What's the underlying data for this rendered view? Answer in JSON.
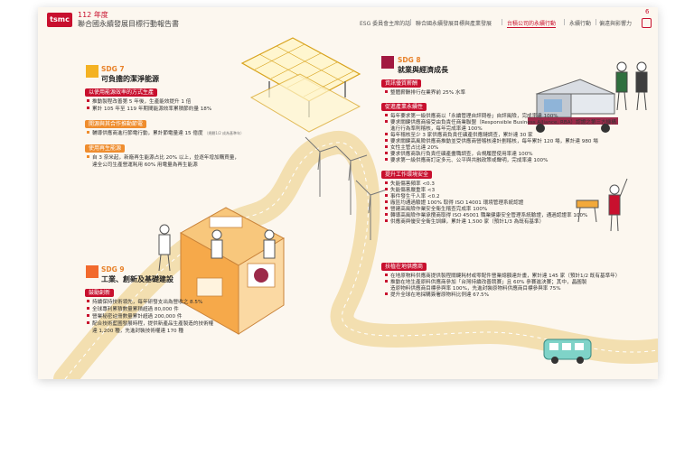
{
  "header": {
    "logo": "tsmc",
    "year": "112 年度",
    "report_title": "聯合國永續發展目標行動報告書",
    "nav": [
      "ESG 委員會主席的話",
      "聯合國永續發展目標與產業發展",
      "台積公司的永續行動",
      "永續行動",
      "偏遠與影響力"
    ],
    "page_number": "6"
  },
  "sdg7": {
    "num": "SDG 7",
    "title": "可負擔的潔淨能源",
    "color": "#f4b223",
    "sections": [
      {
        "label": "以使用能源效率的方式生產",
        "items": [
          "推動製程改善第 5 年後，生產能效提升 1 倍",
          "累計 105 年至 119 年期間能源效率累積節約量 18%"
        ]
      },
      {
        "label": "開源與其合作推動節電",
        "items": [
          "輔導供應商進行節電行動，累計節電量達 15 億度",
          "（規劃1/2 成為基準年）"
        ]
      },
      {
        "label": "使用再生能源",
        "items": [
          "自 3 奈米起，新廠再生能源占比 20% 以上，並逐年增加購買量，",
          "達全公司生產營運耗用 60% 用電量為再生能源"
        ]
      }
    ]
  },
  "sdg8": {
    "num": "SDG 8",
    "title": "就業與經濟成長",
    "color": "#a21942",
    "sections": [
      {
        "label": "資訊優質薪酬",
        "items": [
          "整體薪酬排行在業界前 25% 水準"
        ]
      },
      {
        "label": "促進產業永續性",
        "items": [
          "每年要求第一級供應商以「永續管理自評問卷」自評風險，完成率達 100%",
          "要求關鍵供應商接受由負責任商業聯盟（Responsible Business Alliance, RBA）認證之第三方機構",
          "進行行為準則稽核，每年完成率達 100%",
          "每年稽核至少 3 家供應商負責任礦產供應鏈調查，累計達 30 家",
          "要求關鍵高風險供應商推動並受供應商營稽核達計劃稽核，每年累計 120 場，累計達 980 場",
          "女性主管占比達 20%",
          "要求供應商執行負責任礦產盡職調查，合規履歷使用率達 100%",
          "要求第一級供應商訂定多元、公平與共融政策或聲明，完成率達 100%"
        ]
      },
      {
        "label": "提升工作環境安全",
        "items": [
          "失能傷害頻率 <0.3",
          "失能傷害嚴重率 <3",
          "事件發生千人率 <0.2",
          "廠區均通過驗證 100% 取得 ISO 14001 環境管理系統認證",
          "營建高風險作業安全衛生稽查完成率 100%",
          "轉導高風險作業承攬商取得 ISO 45001 職業健康安全管理系統驗證，通過認證率 100%",
          "供應商與優安全衛生訓練，累計達 1,500 家（預計1/3 為既有基準）"
        ]
      },
      {
        "label": "扶植在地供應商",
        "items": [
          "在地原物料供應商提供製程關鍵耗材或零配件營業總額達計畫，累計達 145 家（預計1/2 既有基準年）",
          "推動在地生產原料供應商參加「台灣持續改善競賽」且 60% 參賽進決賽；其中，晶圓製",
          "造原物料供應商目標參與率 100%，先進封裝原物料供應商目標參與率 75%",
          "提升全球在地採購簽署原物料比例達 67.5%"
        ]
      }
    ]
  },
  "sdg9": {
    "num": "SDG 9",
    "title": "工業、創新及基礎建設",
    "color": "#f26a2d",
    "sections": [
      {
        "label": "鼓勵創新",
        "items": [
          "持續保持技術領先，每年研發支出為營收之 8.5%",
          "全球專利累積數量累積超過 80,000 件",
          "營業秘密註冊數量累計超過 200,000 件",
          "配合技術藍圖發展時程，提供新產品生產製造的技術權",
          "達 1,200 種，先進封裝技術權達 170 種"
        ]
      }
    ]
  }
}
